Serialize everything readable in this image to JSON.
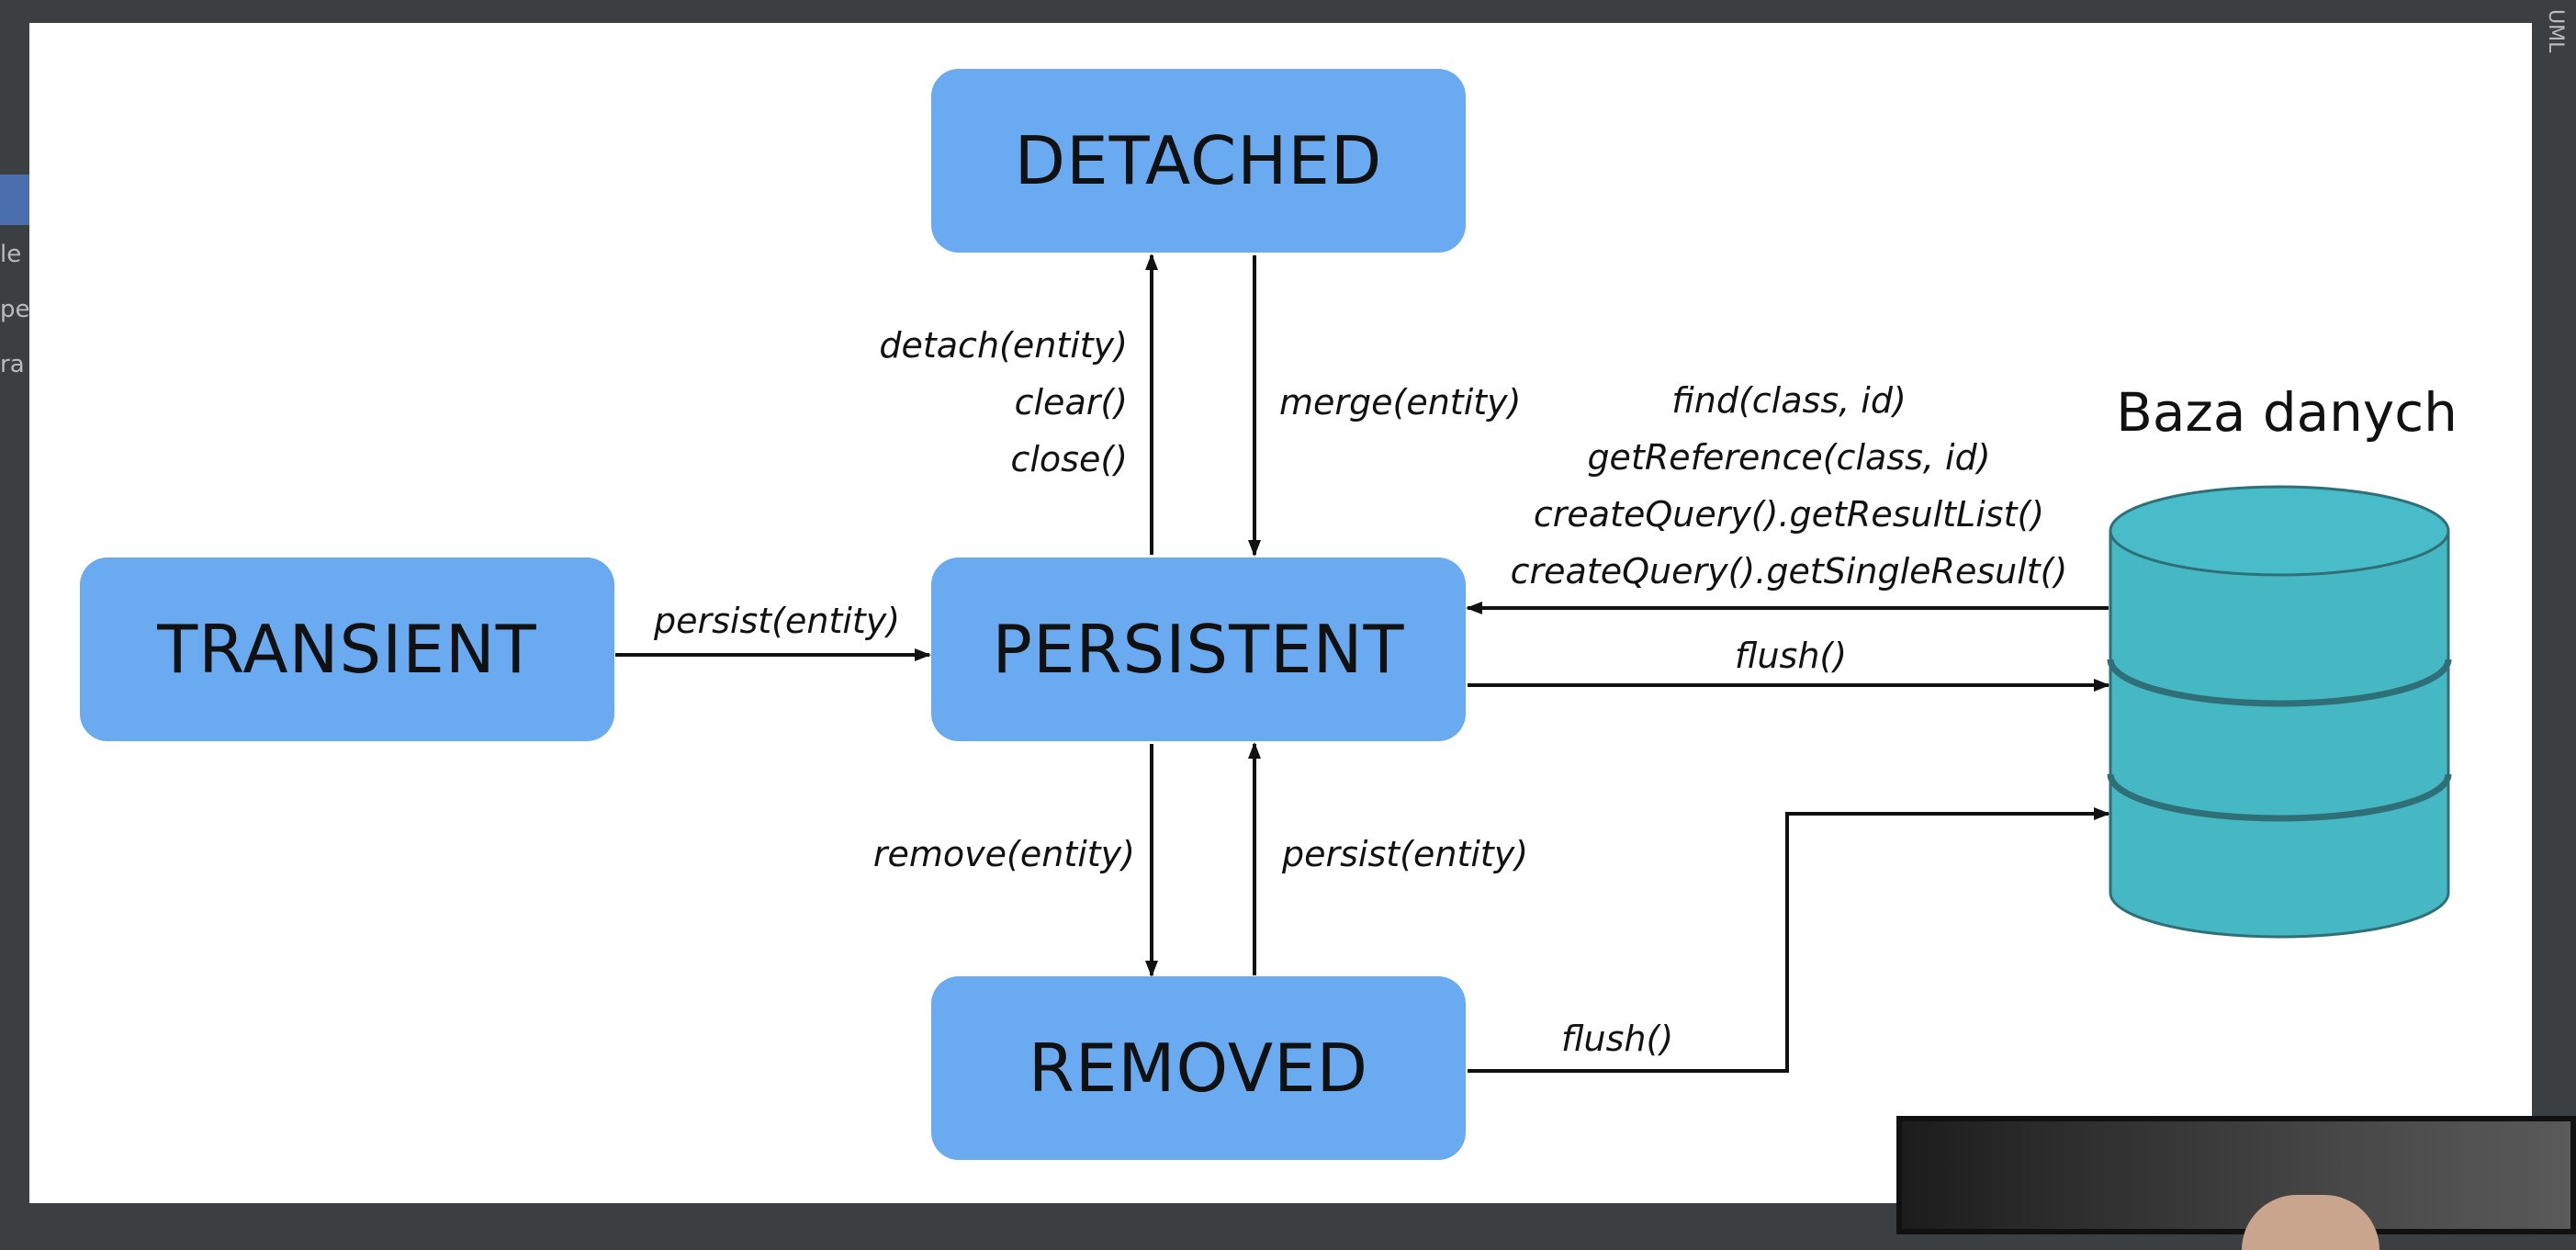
{
  "diagram": {
    "states": {
      "detached": "DETACHED",
      "transient": "TRANSIENT",
      "persistent": "PERSISTENT",
      "removed": "REMOVED"
    },
    "database_label": "Baza danych",
    "transitions": {
      "to_detached": [
        "detach(entity)",
        "clear()",
        "close()"
      ],
      "merge": "merge(entity)",
      "persist_from_transient": "persist(entity)",
      "db_to_persistent": [
        "find(class, id)",
        "getReference(class, id)",
        "createQuery().getResultList()",
        "createQuery().getSingleResult()"
      ],
      "persistent_flush": "flush()",
      "remove": "remove(entity)",
      "persist_from_removed": "persist(entity)",
      "removed_flush": "flush()"
    },
    "colors": {
      "state_fill": "#6aaaf0",
      "db_fill": "#45b8c4",
      "db_stroke": "#2f6f77"
    }
  },
  "ide": {
    "left_fragments": [
      "le",
      "pe",
      "ra"
    ],
    "right_tab": "UML"
  }
}
